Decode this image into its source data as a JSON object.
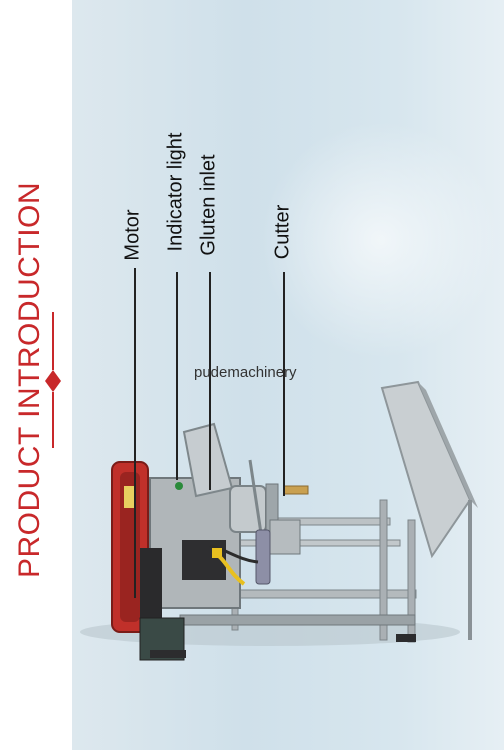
{
  "title": "PRODUCT INTRODUCTION",
  "watermark": "pudemachinery",
  "callouts": {
    "motor": "Motor",
    "indicator_light": "Indicator light",
    "gluten_inlet": "Gluten inlet",
    "cutter": "Cutter"
  },
  "colors": {
    "accent": "#c8282a",
    "background": "#d4e4ec",
    "steel": "#a8aeb2",
    "motor_red": "#c0302a",
    "hose_yellow": "#e8c020"
  }
}
